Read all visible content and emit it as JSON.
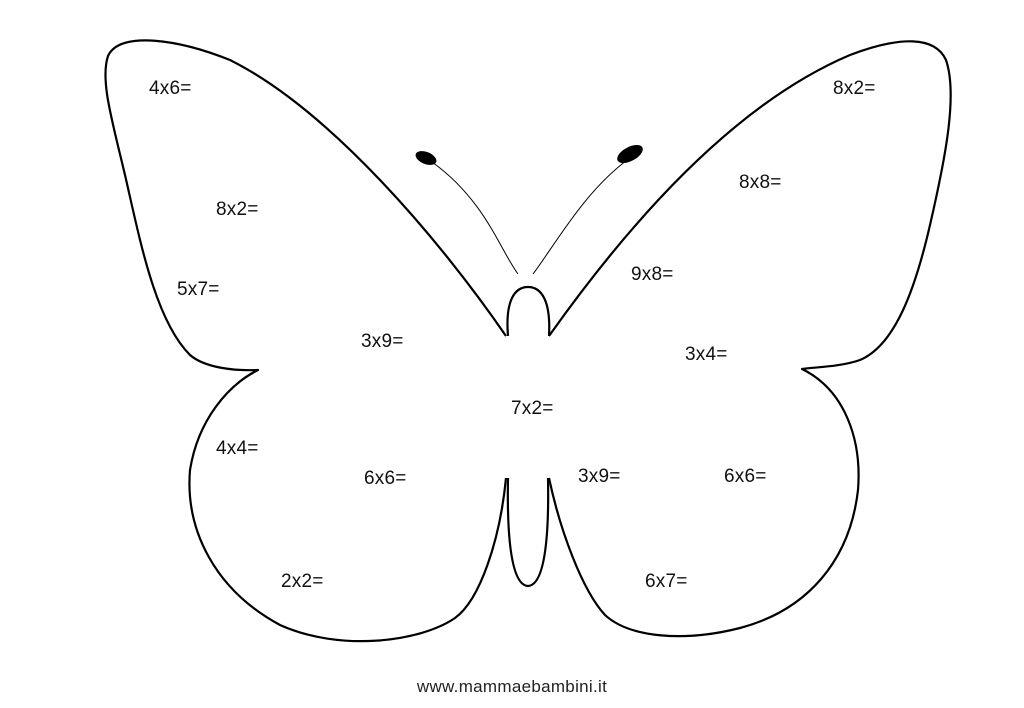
{
  "problems": {
    "p01": "4x6=",
    "p02": "8x2=",
    "p03": "5x7=",
    "p04": "3x9=",
    "p05": "4x4=",
    "p06": "6x6=",
    "p07": "2x2=",
    "p08": "7x2=",
    "p09": "8x2=",
    "p10": "8x8=",
    "p11": "9x8=",
    "p12": "3x4=",
    "p13": "3x9=",
    "p14": "6x6=",
    "p15": "6x7="
  },
  "footer": {
    "website": "www.mammaebambini.it"
  },
  "colors": {
    "outline": "#000000",
    "background": "#ffffff"
  },
  "icons": {
    "figure": "butterfly-outline"
  }
}
